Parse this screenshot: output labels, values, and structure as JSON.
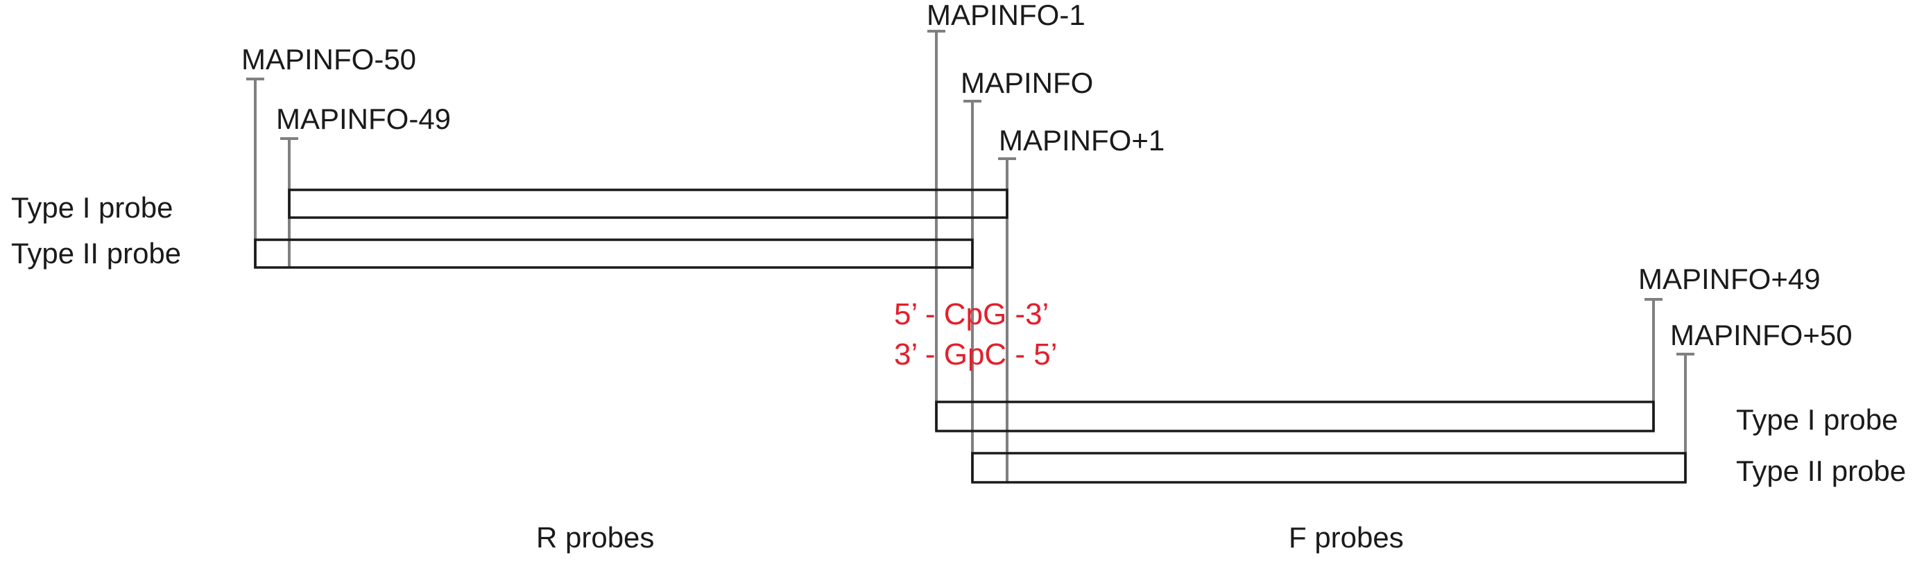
{
  "colors": {
    "text": "#1a1a1a",
    "marker_line": "#808080",
    "probe_outline": "#1a1a1a",
    "cpg_text": "#e2202c"
  },
  "markers": {
    "mapinfo_minus_50": "MAPINFO-50",
    "mapinfo_minus_49": "MAPINFO-49",
    "mapinfo_minus_1": "MAPINFO-1",
    "mapinfo": "MAPINFO",
    "mapinfo_plus_1": "MAPINFO+1",
    "mapinfo_plus_49": "MAPINFO+49",
    "mapinfo_plus_50": "MAPINFO+50"
  },
  "r_probes": {
    "type1_label": "Type I probe",
    "type2_label": "Type II probe",
    "group_label": "R probes"
  },
  "f_probes": {
    "type1_label": "Type I probe",
    "type2_label": "Type II probe",
    "group_label": "F probes"
  },
  "cpg_site": {
    "top_strand": "5’ - CpG -3’",
    "bottom_strand": "3’ - GpC - 5’"
  }
}
